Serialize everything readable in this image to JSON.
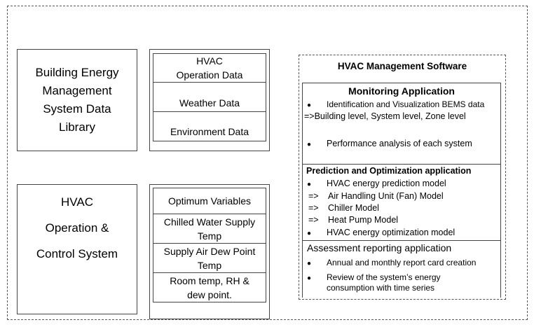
{
  "bems_library": {
    "line1": "Building Energy",
    "line2": "Management",
    "line3": "System Data",
    "line4": "Library"
  },
  "data_items": [
    {
      "line1": "HVAC",
      "line2": "Operation Data"
    },
    {
      "line1": "Weather Data"
    },
    {
      "line1": "Environment Data"
    }
  ],
  "control_system": {
    "line1": "HVAC",
    "line2": "Operation &",
    "line3": "Control System"
  },
  "variables": [
    {
      "line1": "Optimum Variables"
    },
    {
      "line1": "Chilled Water Supply",
      "line2": "Temp"
    },
    {
      "line1": "Supply Air Dew Point",
      "line2": "Temp"
    },
    {
      "line1": "Room temp, RH &",
      "line2": "dew point."
    }
  ],
  "software": {
    "title": "HVAC Management Software",
    "monitoring": {
      "title": "Monitoring Application",
      "item1": "Identification and Visualization BEMS data",
      "item1_sub": "=>Building level, System level, Zone level",
      "item2": "Performance analysis of each system"
    },
    "prediction": {
      "title": "Prediction and Optimization application",
      "item1": "HVAC energy prediction model",
      "sub1": "Air Handling Unit (Fan) Model",
      "sub2": "Chiller Model",
      "sub3": "Heat Pump Model",
      "item2": "HVAC energy optimization model"
    },
    "assessment": {
      "title": "Assessment reporting application",
      "item1": "Annual and monthly report card creation",
      "item2_line1": "Review of the system’s energy",
      "item2_line2": "consumption with time series"
    }
  },
  "glyphs": {
    "bullet": "●",
    "arrow": "=>"
  }
}
